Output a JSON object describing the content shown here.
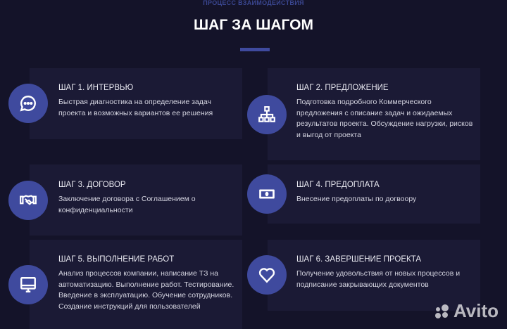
{
  "header": {
    "subtitle": "ПРОЦЕСС ВЗАИМОДЕЙСТВИЯ",
    "title": "ШАГ ЗА ШАГОМ",
    "accent_color": "#3f4a9e"
  },
  "steps": [
    {
      "title": "ШАГ 1. ИНТЕРВЬЮ",
      "desc": "Быстрая диагностика на определение задач проекта и возможных вариантов ее решения",
      "icon": "chat-icon"
    },
    {
      "title": "ШАГ 2. ПРЕДЛОЖЕНИЕ",
      "desc": "Подготовка подробного Коммерческого предложения с описание задач и ожидаемых результатов проекта. Обсуждение нагрузки, рисков и выгод от проекта",
      "icon": "sitemap-icon"
    },
    {
      "title": "ШАГ 3. ДОГОВОР",
      "desc": "Заключение договора с Соглашением о конфиденциальности",
      "icon": "handshake-icon"
    },
    {
      "title": "ШАГ 4. ПРЕДОПЛАТА",
      "desc": "Внесение предоплаты по догвоору",
      "icon": "money-icon"
    },
    {
      "title": "ШАГ 5. ВЫПОЛНЕНИЕ РАБОТ",
      "desc": "Анализ процессов компании, написание ТЗ на автоматизацию. Выполнение работ. Тестирование. Введение в эксплуатацию. Обучение сотрудников. Создание инструкций для пользователей",
      "icon": "monitor-icon"
    },
    {
      "title": "ШАГ 6. ЗАВЕРШЕНИЕ ПРОЕКТА",
      "desc": "Получение удовольствия от новых процессов и подписание закрывающих документов",
      "icon": "heart-icon"
    }
  ],
  "watermark": "Avito"
}
